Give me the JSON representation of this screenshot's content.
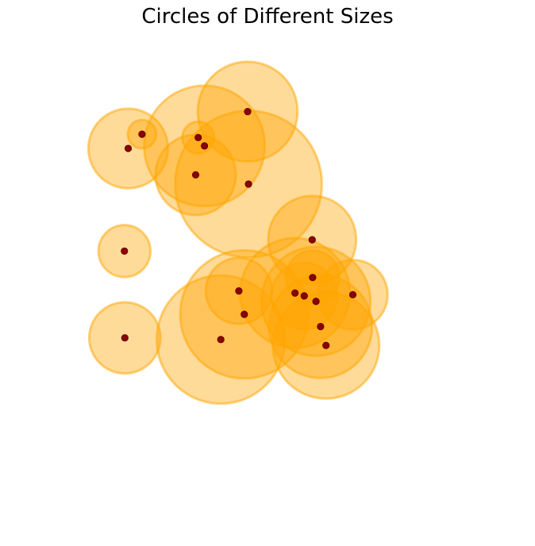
{
  "chart_data": {
    "type": "scatter",
    "title": "Circles of Different Sizes",
    "xlabel": "",
    "ylabel": "",
    "xlim": [
      0,
      10
    ],
    "ylim": [
      0,
      10
    ],
    "axes_visible": false,
    "grid": false,
    "colors": {
      "circle_fill": "#FFA500",
      "circle_fill_opacity": 0.4,
      "circle_edge": "#FFA500",
      "circle_edge_opacity": 0.5,
      "center_point": "#8B0000",
      "center_point_edge": "#5a0000"
    },
    "points": [
      {
        "x": 2.12,
        "y": 7.82,
        "r": 0.34
      },
      {
        "x": 1.79,
        "y": 7.48,
        "r": 0.95
      },
      {
        "x": 3.46,
        "y": 7.74,
        "r": 0.38
      },
      {
        "x": 3.61,
        "y": 7.54,
        "r": 1.44
      },
      {
        "x": 4.64,
        "y": 8.36,
        "r": 1.19
      },
      {
        "x": 3.4,
        "y": 6.85,
        "r": 0.96
      },
      {
        "x": 4.66,
        "y": 6.63,
        "r": 1.75
      },
      {
        "x": 6.18,
        "y": 5.3,
        "r": 1.05
      },
      {
        "x": 1.7,
        "y": 5.03,
        "r": 0.62
      },
      {
        "x": 6.19,
        "y": 4.4,
        "r": 0.64
      },
      {
        "x": 4.43,
        "y": 4.08,
        "r": 0.79
      },
      {
        "x": 5.77,
        "y": 4.03,
        "r": 1.31
      },
      {
        "x": 5.99,
        "y": 3.96,
        "r": 0.79
      },
      {
        "x": 6.27,
        "y": 3.83,
        "r": 1.3
      },
      {
        "x": 7.15,
        "y": 3.99,
        "r": 0.83
      },
      {
        "x": 4.56,
        "y": 3.52,
        "r": 1.53
      },
      {
        "x": 6.38,
        "y": 3.23,
        "r": 1.23
      },
      {
        "x": 1.71,
        "y": 2.96,
        "r": 0.85
      },
      {
        "x": 4.0,
        "y": 2.92,
        "r": 1.53
      },
      {
        "x": 6.51,
        "y": 2.78,
        "r": 1.27
      }
    ]
  }
}
